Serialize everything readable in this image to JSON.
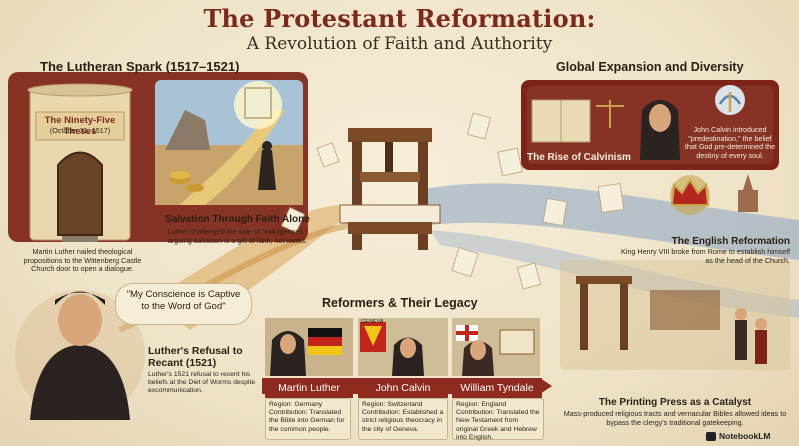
{
  "title": "The Protestant Reformation:",
  "subtitle": "A Revolution of Faith and Authority",
  "lutheran": {
    "heading": "The Lutheran Spark (1517–1521)",
    "theses_title": "The Ninety-Five Theses",
    "theses_date": "(October 31, 1517)",
    "theses_caption": "Martin Luther nailed theological propositions to the Wittenberg Castle Church door to open a dialogue.",
    "salvation_title": "Salvation Through Faith Alone",
    "salvation_text": "Luther challenged the sale of \"indulgences,\" arguing salvation is a gift of faith, not works.",
    "quote": "\"My Conscience is Captive to the Word of God\"",
    "refusal_title": "Luther's Refusal to Recant (1521)",
    "refusal_text": "Luther's 1521 refusal to recent his beliefs at the Diet of Worms despite excommunication."
  },
  "global": {
    "heading": "Global Expansion and Diversity",
    "calvin_text": "John Calvin introduced \"predestination,\" the belief that God pre-determined the destiny of every soul.",
    "calvinism_title": "The Rise of Calvinism",
    "english_title": "The English Reformation",
    "english_text": "King Henry VIII broke from Rome to establish himself as the head of the Church.",
    "press_title": "The Printing Press as a Catalyst",
    "press_text": "Mass-produced religious tracts and vernacular Bibles allowed ideas to bypass the clergy's traditional gatekeeping."
  },
  "reformers": {
    "heading": "Reformers & Their Legacy",
    "geneva_label": "GENEVA",
    "items": [
      {
        "name": "Martin Luther",
        "region": "Region: Germany",
        "contribution": "Contribution: Translated the Bible into German for the common people."
      },
      {
        "name": "John Calvin",
        "region": "Region: Switzerland",
        "contribution": "Contribution: Established a strict religious theocracy in the city of Geneva."
      },
      {
        "name": "William Tyndale",
        "region": "Region: England",
        "contribution": "Contribution: Translated the New Testament from original Greek and Hebrew into English."
      }
    ]
  },
  "footer": {
    "brand": "NotebookLM"
  },
  "colors": {
    "crimson": "#8e2a1e",
    "parchment": "#f3e7cd",
    "ink": "#2a1e12",
    "blue_stream": "#7f9bb8"
  }
}
